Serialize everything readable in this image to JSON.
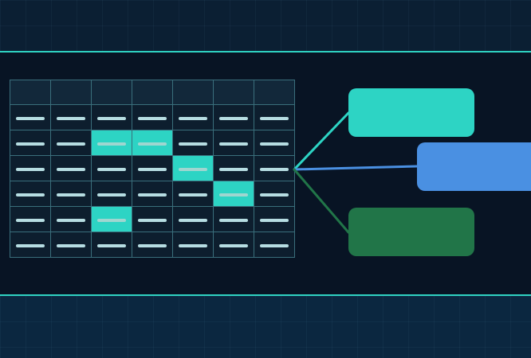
{
  "colors": {
    "accent_line": "#2fd3c2",
    "grid_border": "#3a6f7c",
    "cell_fill": "#0d1e2e",
    "header_fill": "#12283a",
    "highlight_cell": "#2dd4c4",
    "dash": "#b6dde2",
    "box_teal": "#2dd4c4",
    "box_blue": "#4a90e2",
    "box_green": "#217548"
  },
  "matrix": {
    "columns": 7,
    "header_rows": 1,
    "body_rows": 6,
    "highlighted_cells": [
      [
        1,
        2
      ],
      [
        1,
        3
      ],
      [
        2,
        4
      ],
      [
        3,
        5
      ],
      [
        4,
        2
      ]
    ]
  },
  "connectors": [
    {
      "target": "box-1",
      "color": "#2dd4c4"
    },
    {
      "target": "box-2",
      "color": "#4a90e2"
    },
    {
      "target": "box-3",
      "color": "#217548"
    }
  ],
  "boxes": [
    {
      "id": "box-1",
      "color": "#2dd4c4"
    },
    {
      "id": "box-2",
      "color": "#4a90e2"
    },
    {
      "id": "box-3",
      "color": "#217548"
    }
  ]
}
